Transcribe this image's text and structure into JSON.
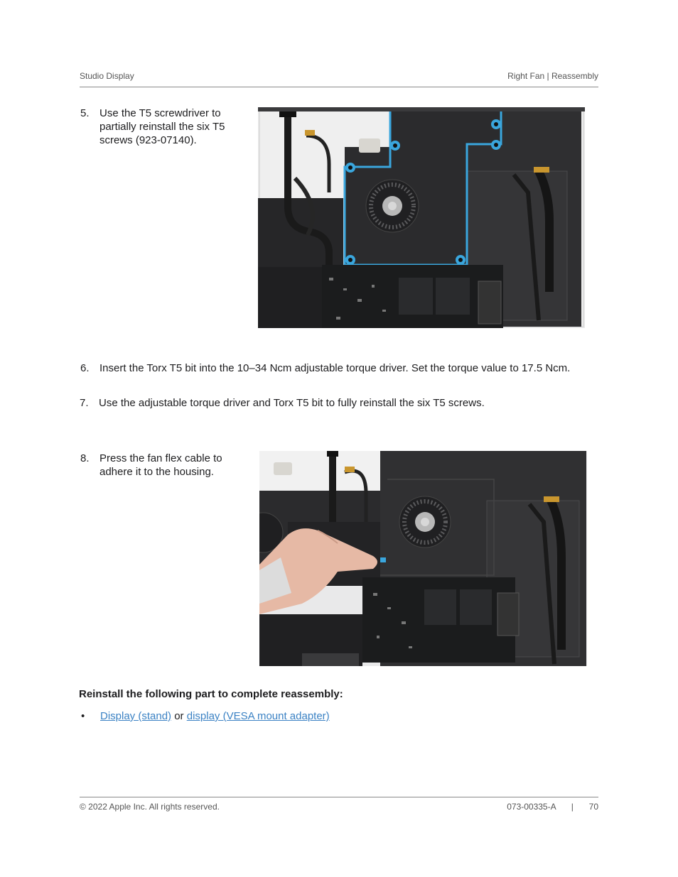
{
  "header": {
    "left": "Studio Display",
    "right": "Right Fan  | Reassembly"
  },
  "steps": [
    {
      "number": "5.",
      "lines": [
        "Use the T5 screwdriver to",
        "partially reinstall the six T5",
        "screws (923-07140)."
      ]
    },
    {
      "number": "6.",
      "text": "Insert the Torx T5 bit into the 10–34 Ncm adjustable torque driver. Set the torque value to 17.5 Ncm."
    },
    {
      "number": "7.",
      "text": "Use the adjustable torque driver and Torx T5 bit to fully reinstall the six T5 screws."
    },
    {
      "number": "8.",
      "lines": [
        "Press the fan flex cable to",
        "adhere it to the housing."
      ]
    }
  ],
  "reinstall": {
    "heading": "Reinstall the following part to complete reassembly:",
    "bullet": "•",
    "link1": "Display (stand)",
    "connector": "or",
    "link2": "display (VESA mount adapter)"
  },
  "footer": {
    "left": "© 2022 Apple Inc. All rights reserved.",
    "doc_id": "073-00335-A",
    "separator": "|",
    "page": "70"
  },
  "colors": {
    "highlight": "#3aa6dd",
    "link": "#3b82c4"
  }
}
